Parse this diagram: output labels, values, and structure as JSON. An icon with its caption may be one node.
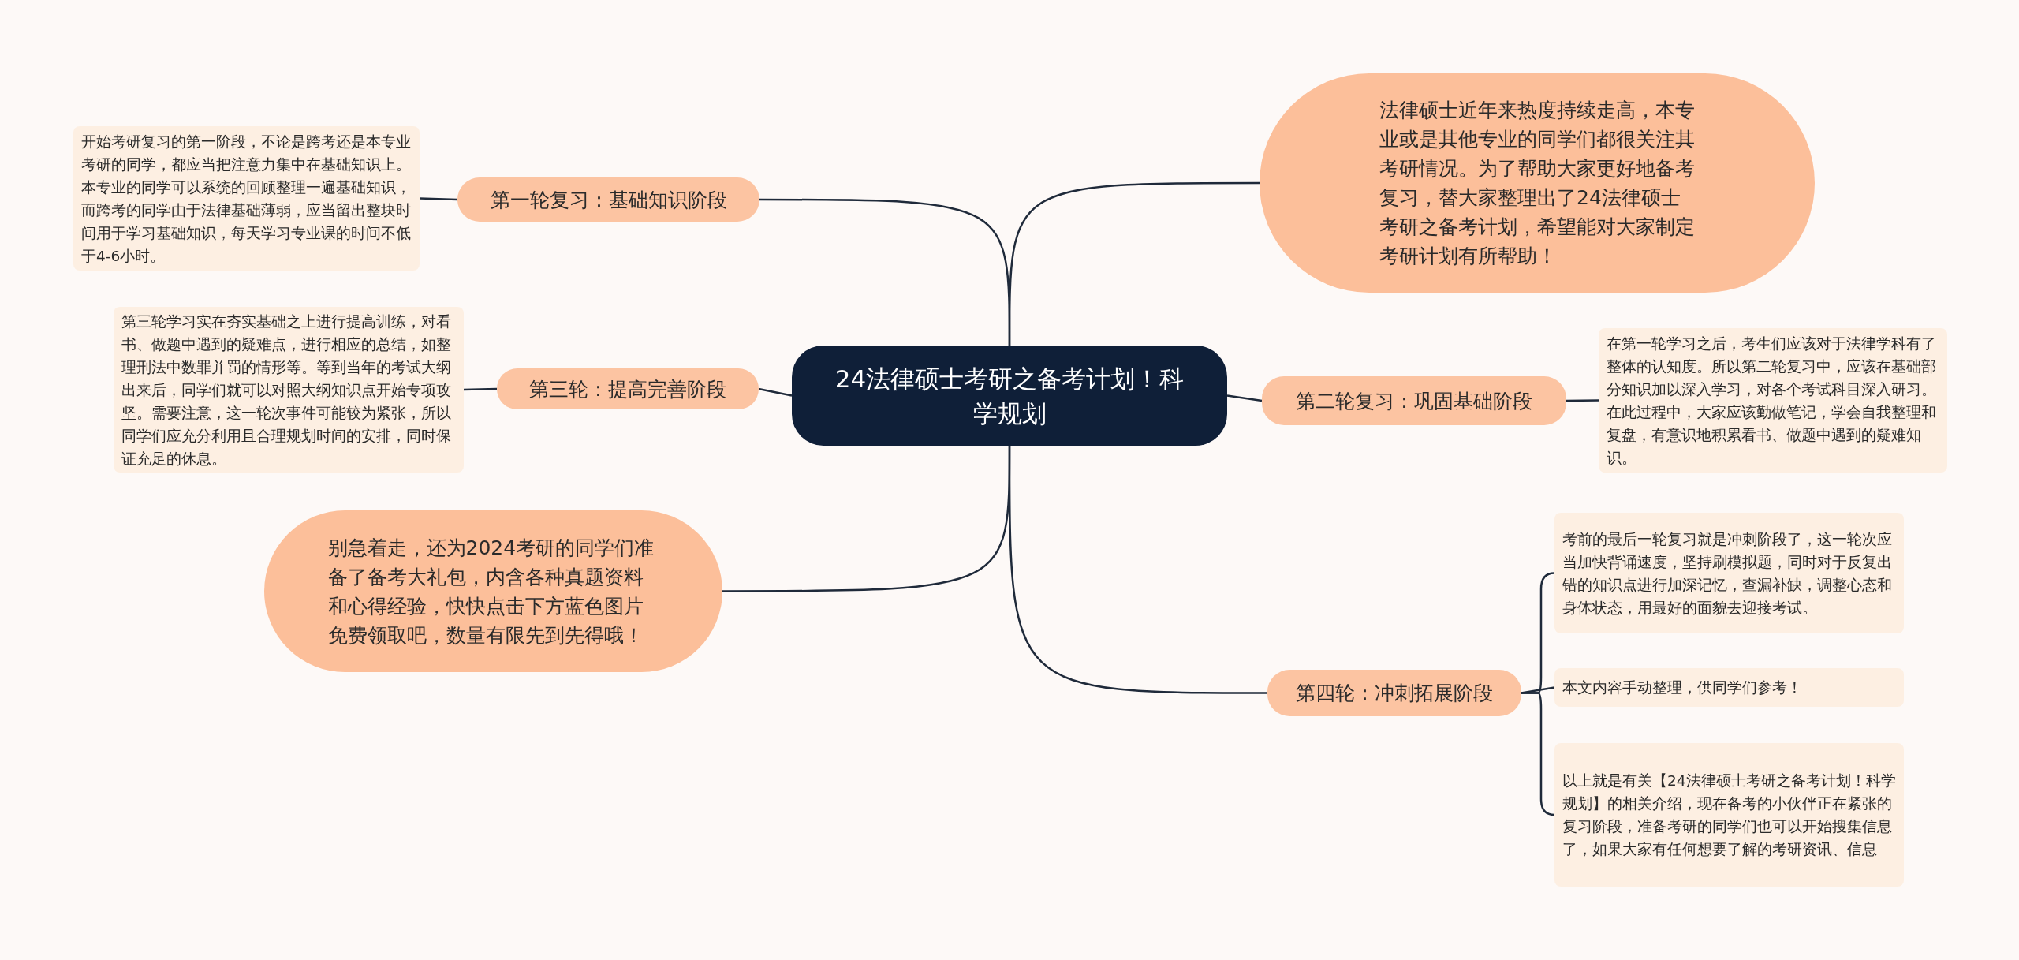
{
  "diagram": {
    "nodes": [
      {
        "text": [
          "24法律硕士考研之备考计划！科学规划"
        ]
      },
      {
        "text": [
          "第一轮复习：基础知识阶段"
        ]
      },
      {
        "text": [
          "开始考研复习的第一阶段，不论是跨考还是本专业考研的同学，都应当把注意力集中在基础知识上。本专业的同学可以系统的回顾整理一遍基础知识，而跨考的同学由于法律基础薄弱，应当留出整块时间用于学习基础知识，每天学习专业课的时间不低于4-6小时。"
        ]
      },
      {
        "text": [
          "第三轮：提高完善阶段"
        ]
      },
      {
        "text": [
          "第三轮学习实在夯实基础之上进行提高训练，对看书、做题中遇到的疑难点，进行相应的总结，如整理刑法中数罪并罚的情形等。等到当年的考试大纲出来后，同学们就可以对照大纲知识点开始专项攻坚。需要注意，这一轮次事件可能较为紧张，所以同学们应充分利用且合理规划时间的安排，同时保证充足的休息。"
        ]
      },
      {
        "text": [
          "别急着走，还为2024考研的同学们准备了备考大礼包，内含各种真题资料和心得经验，快快点击下方蓝色图片免费领取吧，数量有限先到先得哦！"
        ]
      },
      {
        "text": [
          "法律硕士近年来热度持续走高，本专业或是其他专业的同学们都很关注其考研情况。为了帮助大家更好地备考复习，替大家整理出了24法律硕士考研之备考计划，希望能对大家制定考研计划有所帮助！"
        ]
      },
      {
        "text": [
          "第二轮复习：巩固基础阶段"
        ]
      },
      {
        "text": [
          "在第一轮学习之后，考生们应该对于法律学科有了整体的认知度。所以第二轮复习中，应该在基础部分知识加以深入学习，对各个考试科目深入研习。在此过程中，大家应该勤做笔记，学会自我整理和复盘，有意识地积累看书、做题中遇到的疑难知识。"
        ]
      },
      {
        "text": [
          "第四轮：冲刺拓展阶段"
        ]
      },
      {
        "text": [
          "考前的最后一轮复习就是冲刺阶段了，这一轮次应当加快背诵速度，坚持刷模拟题，同时对于反复出错的知识点进行加深记忆，查漏补缺，调整心态和身体状态，用最好的面貌去迎接考试。"
        ]
      },
      {
        "text": [
          "本文内容手动整理，供同学们参考！"
        ]
      },
      {
        "text": [
          "以上就是有关【24法律硕士考研之备考计划！科学规划】的相关介绍，现在备考的小伙伴正在紧张的复习阶段，准备考研的同学们也可以开始搜集信息了，如果大家有任何想要了解的考研资讯、信息"
        ]
      }
    ],
    "edges": [
      {
        "from": 0,
        "to": 1,
        "arrow": "none"
      },
      {
        "from": 1,
        "to": 2,
        "arrow": "none"
      },
      {
        "from": 0,
        "to": 3,
        "arrow": "none"
      },
      {
        "from": 3,
        "to": 4,
        "arrow": "none"
      },
      {
        "from": 0,
        "to": 5,
        "arrow": "none"
      },
      {
        "from": 0,
        "to": 6,
        "arrow": "none"
      },
      {
        "from": 0,
        "to": 7,
        "arrow": "none"
      },
      {
        "from": 7,
        "to": 8,
        "arrow": "none"
      },
      {
        "from": 0,
        "to": 9,
        "arrow": "none"
      },
      {
        "from": 9,
        "to": 10,
        "arrow": "none"
      },
      {
        "from": 9,
        "to": 11,
        "arrow": "none"
      },
      {
        "from": 9,
        "to": 12,
        "arrow": "none"
      }
    ]
  }
}
